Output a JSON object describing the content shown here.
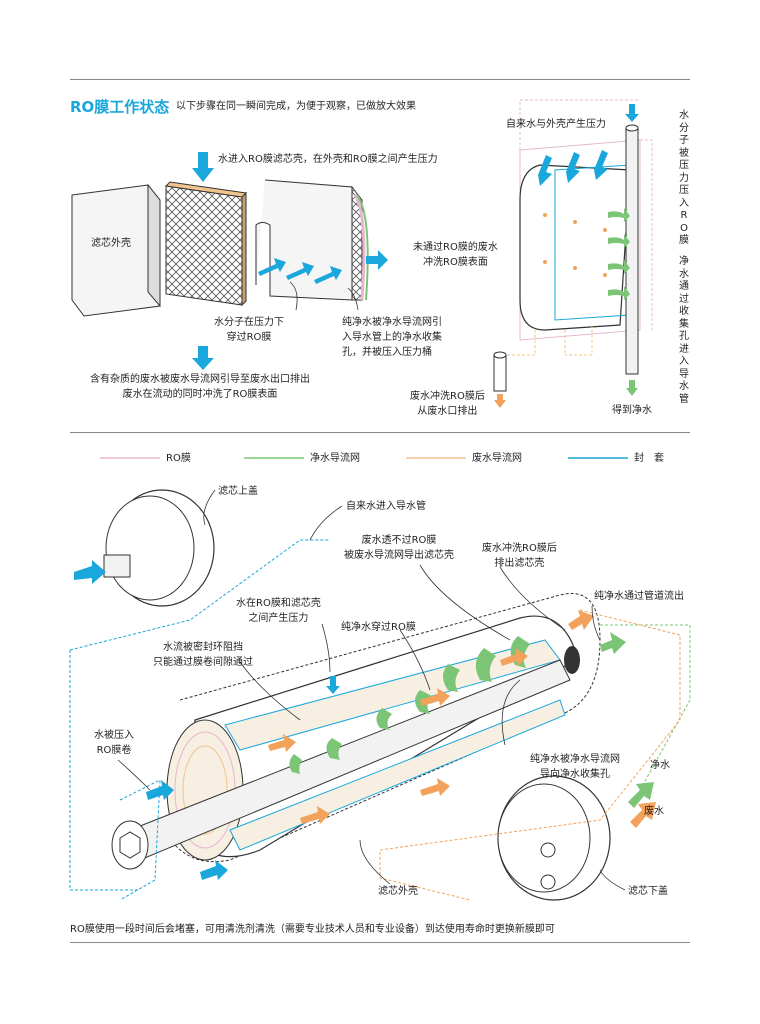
{
  "header": {
    "title": "RO膜工作状态",
    "subtitle": "以下步骤在同一瞬间完成，为便于观察，已做放大效果"
  },
  "top_diagram": {
    "shell_label": "滤芯外壳",
    "water_in": "水进入RO膜滤芯壳，在外壳和RO膜之间产生压力",
    "molecule_line1": "水分子在压力下",
    "molecule_line2": "穿过RO膜",
    "pure_line1": "纯净水被净水导流网引",
    "pure_line2": "入导水管上的净水收集",
    "pure_line3": "孔，并被压入压力桶",
    "waste_line1": "含有杂质的废水被废水导流网引导至废水出口排出",
    "waste_line2": "废水在流动的同时冲洗了RO膜表面"
  },
  "right_diagram": {
    "tap_pressure": "自来水与外壳产生压力",
    "vertical_left": "水分子被压力压入RO膜",
    "vertical_right": "净水通过收集孔进入导水管",
    "unfiltered_line1": "未通过RO膜的废水",
    "unfiltered_line2": "冲洗RO膜表面",
    "waste_out_line1": "废水冲洗RO膜后",
    "waste_out_line2": "从废水口排出",
    "get_pure": "得到净水"
  },
  "legend": [
    {
      "label": "RO膜",
      "color": "#e7b7cf"
    },
    {
      "label": "净水导流网",
      "color": "#7cc576"
    },
    {
      "label": "废水导流网",
      "color": "#f2c48d"
    },
    {
      "label": "封　套",
      "color": "#1aa7dc"
    }
  ],
  "bottom_diagram": {
    "top_cap": "滤芯上盖",
    "tap_in": "自来水进入导水管",
    "waste_through_line1": "废水透不过RO膜",
    "waste_through_line2": "被废水导流网导出滤芯壳",
    "waste_flush_line1": "废水冲洗RO膜后",
    "waste_flush_line2": "排出滤芯壳",
    "pure_out": "纯净水通过管道流出",
    "pressure_line1": "水在RO膜和滤芯壳",
    "pressure_line2": "之间产生压力",
    "pure_pass": "纯净水穿过RO膜",
    "seal_line1": "水流被密封环阻挡",
    "seal_line2": "只能通过膜卷间隙通过",
    "pressed_line1": "水被压入",
    "pressed_line2": "RO膜卷",
    "pure_guide_line1": "纯净水被净水导流网",
    "pure_guide_line2": "导向净水收集孔",
    "pure_water": "净水",
    "waste_water": "废水",
    "shell": "滤芯外壳",
    "bottom_cap": "滤芯下盖"
  },
  "footer": {
    "note": "RO膜使用一段时间后会堵塞，可用清洗剂清洗（需要专业技术人员和专业设备）到达使用寿命时更换新膜即可"
  },
  "colors": {
    "accent": "#1aa7dc",
    "pure": "#7cc576",
    "waste": "#f2a25b",
    "membrane": "#e7b7cf"
  }
}
